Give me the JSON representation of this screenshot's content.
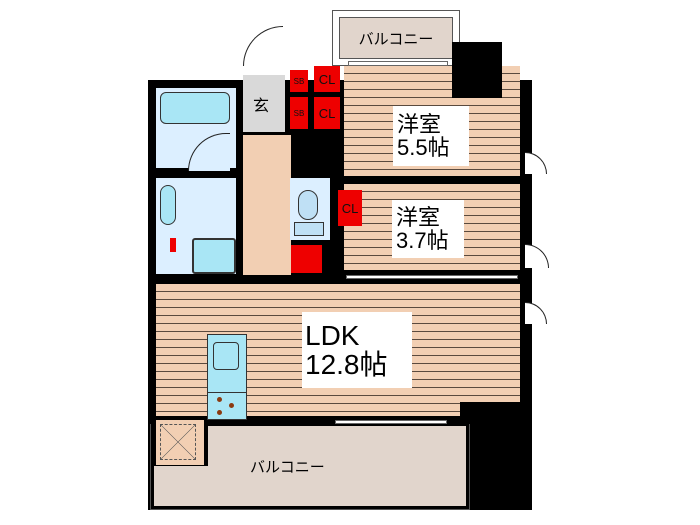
{
  "floor_plan": {
    "rooms": [
      {
        "id": "western-room-1",
        "type": "洋室",
        "size": "5.5帖"
      },
      {
        "id": "western-room-2",
        "type": "洋室",
        "size": "3.7帖"
      },
      {
        "id": "ldk",
        "type": "LDK",
        "size": "12.8帖"
      }
    ],
    "balconies": {
      "top": "バルコニー",
      "bottom": "バルコニー"
    },
    "entrance": "玄",
    "closets": {
      "cl1": "CL",
      "cl2": "CL",
      "cl3": "CL",
      "sb1": "SB",
      "sb2": "SB"
    },
    "colors": {
      "floor": "#f2cfb3",
      "wall": "#000000",
      "closet": "#ee0000",
      "wet_area": "#dcefff",
      "fixture": "#a9e6f5",
      "balcony": "#e1d5cc",
      "entrance": "#d9d9d9"
    }
  }
}
